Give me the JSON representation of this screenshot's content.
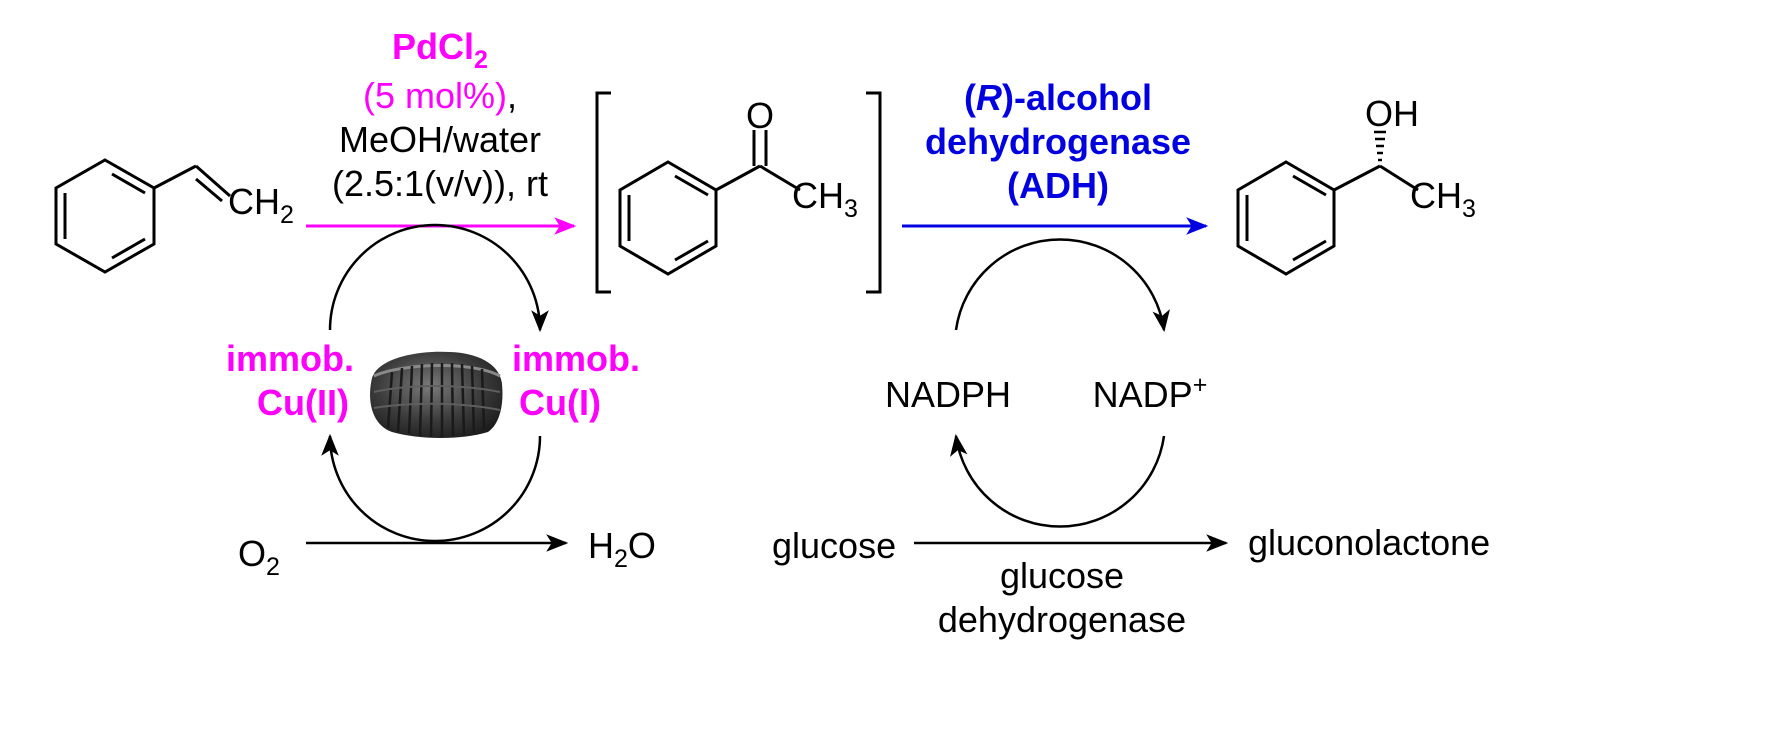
{
  "colors": {
    "pd": "#ff00ff",
    "enzyme": "#0000e0",
    "ink": "#000000"
  },
  "styrene": {
    "ch": "CH",
    "ch_sub": "2"
  },
  "conditions_pd": {
    "cat_main": "PdCl",
    "cat_sub": "2",
    "loading": "(5 mol%)",
    "loading_comma": ",",
    "solvent": "MeOH/water",
    "ratio": "(2.5:1(v/v)), rt"
  },
  "acetophenone": {
    "o": "O",
    "ch": "CH",
    "ch_sub": "3"
  },
  "enzyme": {
    "line1_open": "(",
    "line1_r": "R",
    "line1_rest": ")-alcohol",
    "line2": "dehydrogenase",
    "line3": "(ADH)"
  },
  "product": {
    "oh": "OH",
    "ch": "CH",
    "ch_sub": "3"
  },
  "copper_cycle": {
    "left_line1": "immob.",
    "left_line2": "Cu(II)",
    "right_line1": "immob.",
    "right_line2": "Cu(I)",
    "o2": "O",
    "o2_sub": "2",
    "h2o_h": "H",
    "h2o_sub": "2",
    "h2o_o": "O"
  },
  "cofactor_cycle": {
    "nadph": "NADPH",
    "nadp": "NADP",
    "nadp_sup": "+",
    "glucose": "glucose",
    "gluconolactone": "gluconolactone",
    "gdh_line1": "glucose",
    "gdh_line2": "dehydrogenase"
  }
}
